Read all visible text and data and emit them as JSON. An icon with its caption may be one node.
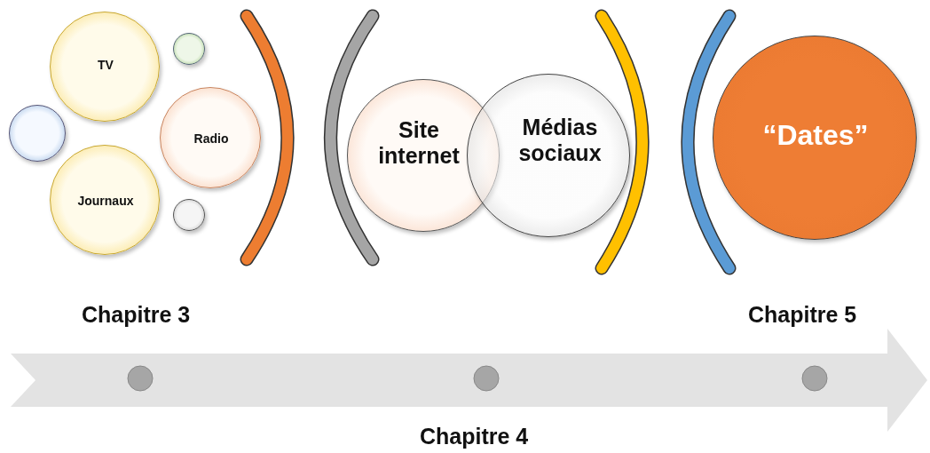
{
  "diagram": {
    "nodes": [
      {
        "text": [
          "TV"
        ]
      },
      {
        "text": [
          "Radio"
        ]
      },
      {
        "text": [
          "Journaux"
        ]
      },
      {
        "text": [
          "Site internet"
        ]
      },
      {
        "text": [
          "Médias sociaux"
        ]
      },
      {
        "text": [
          "“Dates”"
        ]
      },
      {
        "text": [],
        "shape": "circle"
      },
      {
        "text": [],
        "shape": "circle"
      },
      {
        "text": [],
        "shape": "circle"
      }
    ],
    "labels": [
      "Chapitre 3",
      "Chapitre 5",
      "Chapitre 4"
    ]
  }
}
